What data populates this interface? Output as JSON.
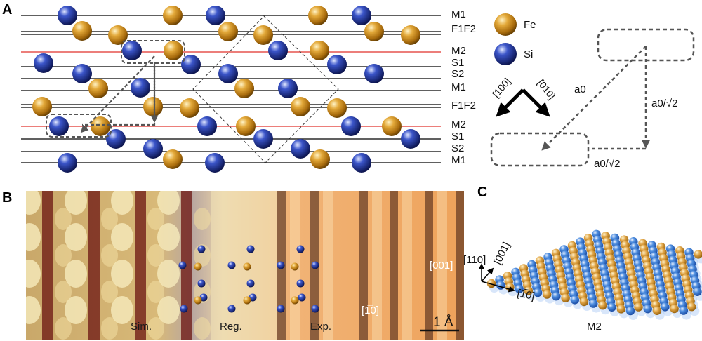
{
  "panels": {
    "a": {
      "letter": "A"
    },
    "b": {
      "letter": "B"
    },
    "c": {
      "letter": "C"
    }
  },
  "layer_labels": [
    "M1",
    "F1F2",
    "M2",
    "S1",
    "S2",
    "M1",
    "F1F2",
    "M2",
    "S1",
    "S2",
    "M1"
  ],
  "legend": {
    "fe": {
      "label": "Fe",
      "color": "#c8901e"
    },
    "si": {
      "label": "Si",
      "color": "#2b3f9c"
    }
  },
  "directions": {
    "d100": "[100]",
    "d010": "[010]"
  },
  "lattice": {
    "a0": "a0",
    "a0_sqrt2_vertical": "a0/√2",
    "a0_sqrt2_horizontal": "a0/√2"
  },
  "stm": {
    "sim": "Sim.",
    "reg": "Reg.",
    "exp": "Exp.",
    "dir_001": "[001]",
    "dir_1bar10": "[1̅0]",
    "scale": "1 Å"
  },
  "model": {
    "dir_110": "[110]",
    "dir_001": "[001]",
    "dir_1bar10": "[1̅0]",
    "label": "M2"
  },
  "colors": {
    "fe": "#c8901e",
    "si": "#2b3f9c",
    "line_black": "#000000",
    "line_red": "#e0302a",
    "dashed": "#555555",
    "stm_dark": "#5a0f10",
    "stm_light": "#f5e6b3",
    "stm_orange": "#f0a660"
  }
}
